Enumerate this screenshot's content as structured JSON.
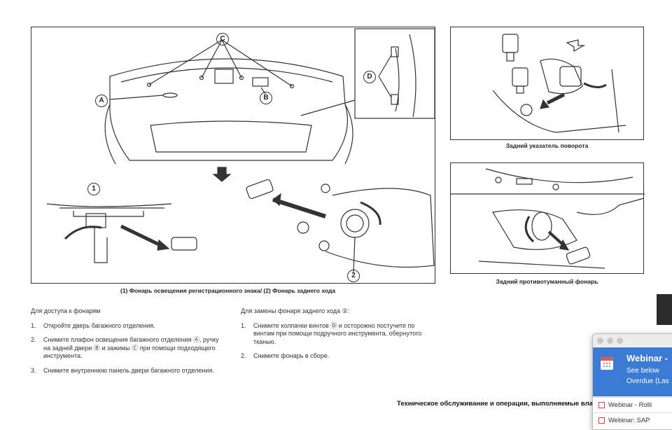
{
  "figures": {
    "main": {
      "caption": "(1) Фонарь освещения регистрационного знака/ (2) Фонарь заднего хода",
      "callouts": [
        "A",
        "B",
        "C",
        "D",
        "1",
        "2"
      ]
    },
    "top_right": {
      "caption": "Задний указатель поворота"
    },
    "bottom_right": {
      "caption": "Задний противотуманный фонарь"
    }
  },
  "left_column": {
    "heading": "Для доступа к фонарям",
    "items": [
      {
        "num": "1.",
        "text": "Откройте дверь багажного отделения."
      },
      {
        "num": "2.",
        "text": "Снимите плафон освещения багажного отделения Ⓐ, ручку на задней двери Ⓑ и зажимы Ⓒ при помощи подходящего инструмента."
      },
      {
        "num": "3.",
        "text": "Снимите внутреннюю панель двери багажного отделения."
      }
    ]
  },
  "right_column": {
    "heading": "Для замены фонаря заднего хода ②:",
    "items": [
      {
        "num": "1.",
        "text": "Снимите колпачки винтов Ⓓ и осторожно постучите по винтам при помощи подручного инструмента, обернутого тканью."
      },
      {
        "num": "2.",
        "text": "Снимите фонарь в сборе."
      }
    ]
  },
  "footer": {
    "text": "Техническое обслуживание и операции, выполняемые владе"
  },
  "notification": {
    "title": "Webinar -",
    "subtitle": "See below",
    "status": "Overdue (Las",
    "items": [
      "Webinar - Rolli",
      "Webinar: SAP"
    ],
    "accent_color": "#3c7bd4"
  }
}
